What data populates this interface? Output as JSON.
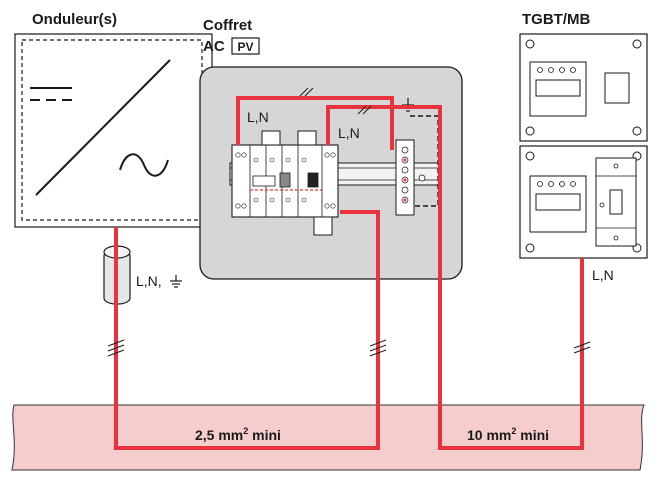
{
  "labels": {
    "inverter_title": "Onduleur(s)",
    "coffret_title_line1": "Coffret",
    "coffret_title_ac": "AC",
    "coffret_title_pv": "PV",
    "tgbt_title": "TGBT/MB",
    "inverter_conductors": "L,N,",
    "coffret_in_conductors": "L,N",
    "coffret_out_conductors": "L,N",
    "tgbt_conductors": "L,N",
    "cable_section_1_value": "2,5 mm",
    "cable_section_1_exp": "2",
    "cable_section_1_suffix": " mini",
    "cable_section_2_value": "10 mm",
    "cable_section_2_exp": "2",
    "cable_section_2_suffix": " mini"
  },
  "icons": {
    "ground": "earth-ground-icon",
    "dc_ac": "dc-ac-converter-symbol",
    "wire_count": "double-slash-wire-marker",
    "triple_wire": "triple-slash-wire-marker"
  },
  "colors": {
    "cable": "#e8323c",
    "ground_band": "#f6cdcd",
    "coffret_fill": "#d6d6d6",
    "outline": "#1a1a1a"
  }
}
